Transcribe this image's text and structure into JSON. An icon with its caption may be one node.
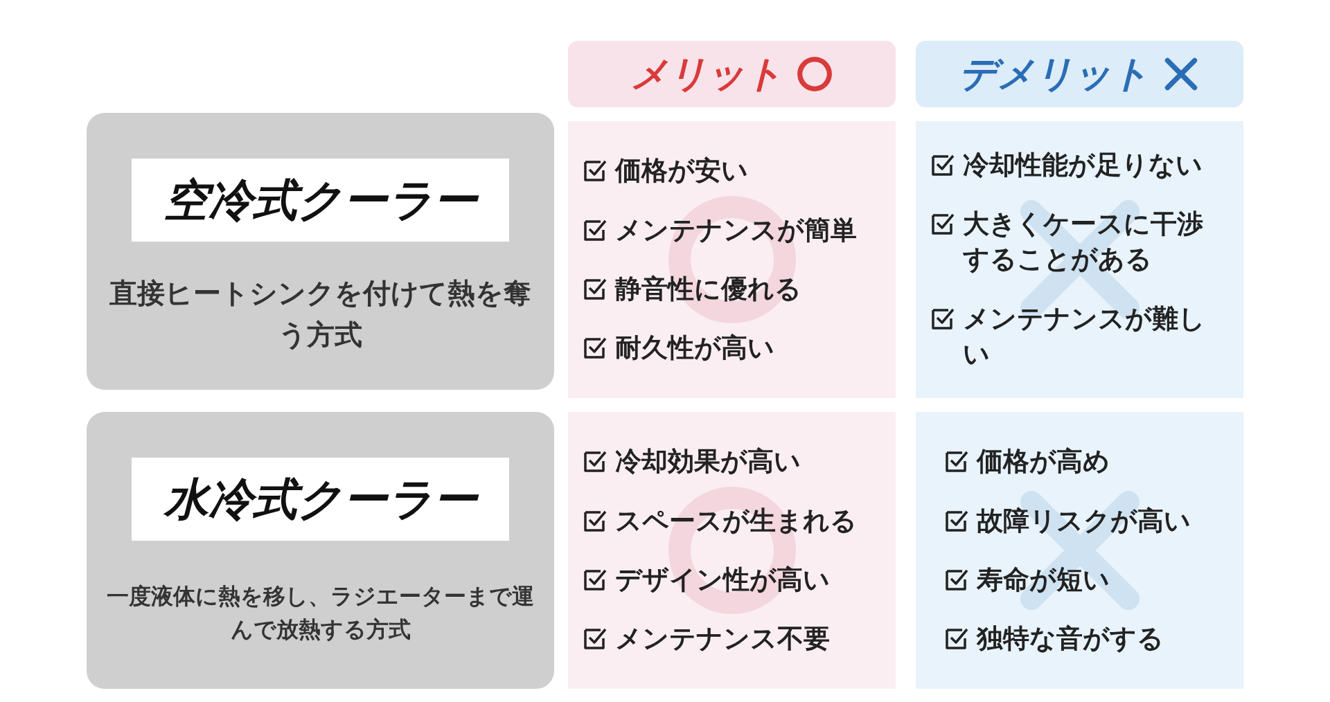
{
  "diagram": {
    "nodes": [
      {
        "text": [
          "メリット"
        ]
      },
      {
        "text": [
          "デメリット"
        ]
      },
      {
        "text": [
          "直接ヒートシンクを付けて熱を奪う方式"
        ]
      },
      {
        "text": [
          "空冷式クーラー"
        ],
        "in": 2
      },
      {
        "text": [
          "価格が安い",
          "メンテナンスが簡単",
          "静音性に優れる",
          "耐久性が高い"
        ]
      },
      {
        "text": [
          "冷却性能が足りない",
          "大きくケースに干渉することがある",
          "メンテナンスが難しい"
        ]
      },
      {
        "text": [
          "一度液体に熱を移し、ラジエーターまで運んで放熱する方式"
        ]
      },
      {
        "text": [
          "水冷式クーラー"
        ],
        "in": 6
      },
      {
        "text": [
          "冷却効果が高い",
          "スペースが生まれる",
          "デザイン性が高い",
          "メンテナンス不要"
        ]
      },
      {
        "text": [
          "価格が高め",
          "故障リスクが高い",
          "寿命が短い",
          "独特な音がする"
        ]
      }
    ],
    "edges": []
  }
}
